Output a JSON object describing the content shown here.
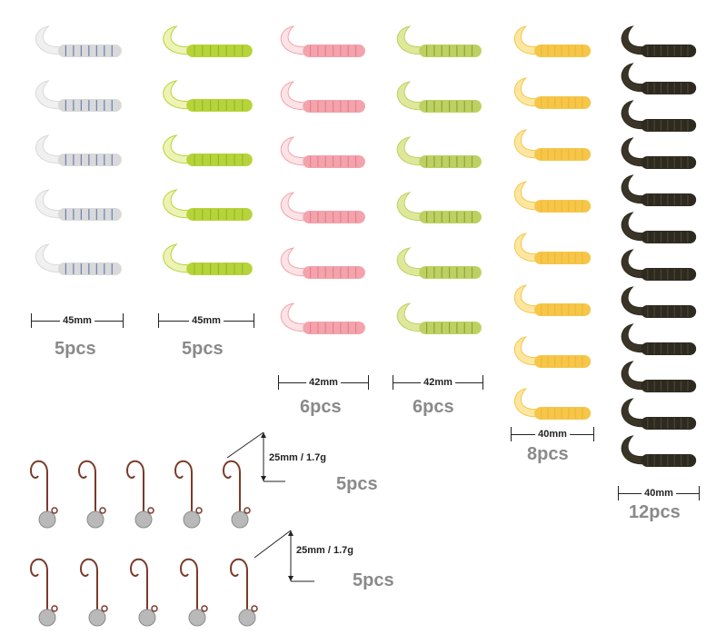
{
  "groups": [
    {
      "id": "clear-glitter",
      "size_label": "45mm",
      "count_label": "5pcs",
      "items": 5,
      "body_color": "#d9d9d9",
      "tail_color": "#f0f0f0",
      "speck_color": "#6b7fb5"
    },
    {
      "id": "chartreuse",
      "size_label": "45mm",
      "count_label": "5pcs",
      "items": 5,
      "body_color": "#b6d43a",
      "tail_color": "#eef3b5",
      "speck_color": "#98b52a"
    },
    {
      "id": "pink",
      "size_label": "42mm",
      "count_label": "6pcs",
      "items": 6,
      "body_color": "#f3a3ac",
      "tail_color": "#fbe3e6",
      "speck_color": "#e87f8c"
    },
    {
      "id": "green-glitter",
      "size_label": "42mm",
      "count_label": "6pcs",
      "items": 6,
      "body_color": "#bdd163",
      "tail_color": "#dfe89a",
      "speck_color": "#8ea33a"
    },
    {
      "id": "yellow",
      "size_label": "40mm",
      "count_label": "8pcs",
      "items": 8,
      "body_color": "#f6c64a",
      "tail_color": "#fde7a0",
      "speck_color": "#f0b830"
    },
    {
      "id": "dark-brown",
      "size_label": "40mm",
      "count_label": "12pcs",
      "items": 12,
      "body_color": "#2e2a1f",
      "tail_color": "#3a3526",
      "speck_color": "#4a4536"
    }
  ],
  "jig_rows": [
    {
      "spec_label": "25mm / 1.7g",
      "count_label": "5pcs",
      "items": 5
    },
    {
      "spec_label": "25mm / 1.7g",
      "count_label": "5pcs",
      "items": 5
    }
  ]
}
